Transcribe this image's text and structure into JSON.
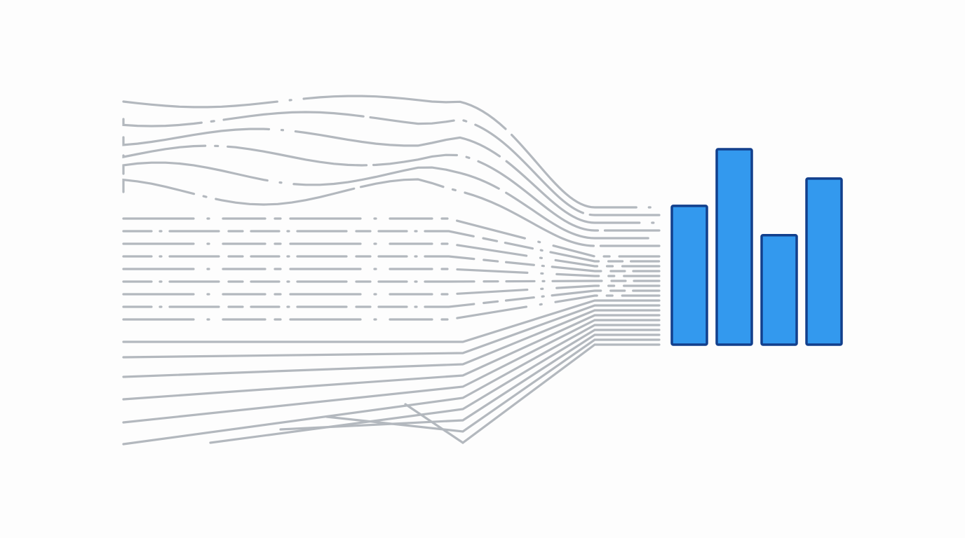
{
  "colors": {
    "background": "#fdfdfd",
    "line": "#b3b8be",
    "bar_fill": "#3399ee",
    "bar_stroke": "#123f8c"
  },
  "illustration": {
    "bar_levels": [
      0.71,
      1.0,
      0.56,
      0.85
    ]
  }
}
